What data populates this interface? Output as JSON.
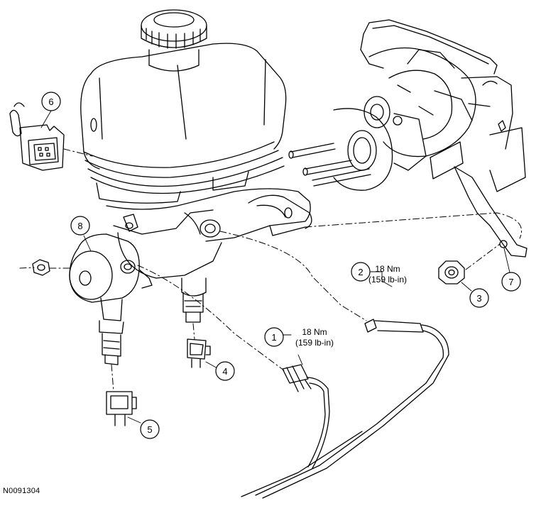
{
  "callouts": [
    {
      "id": "1",
      "label": "1"
    },
    {
      "id": "2",
      "label": "2"
    },
    {
      "id": "3",
      "label": "3"
    },
    {
      "id": "4",
      "label": "4"
    },
    {
      "id": "5",
      "label": "5"
    },
    {
      "id": "6",
      "label": "6"
    },
    {
      "id": "7",
      "label": "7"
    },
    {
      "id": "8",
      "label": "8"
    }
  ],
  "torque_specs": [
    {
      "callout": "1",
      "line1": "18 Nm",
      "line2": "(159 lb-in)"
    },
    {
      "callout": "2",
      "line1": "18 Nm",
      "line2": "(159 lb-in)"
    }
  ],
  "figure_id": "N0091304"
}
